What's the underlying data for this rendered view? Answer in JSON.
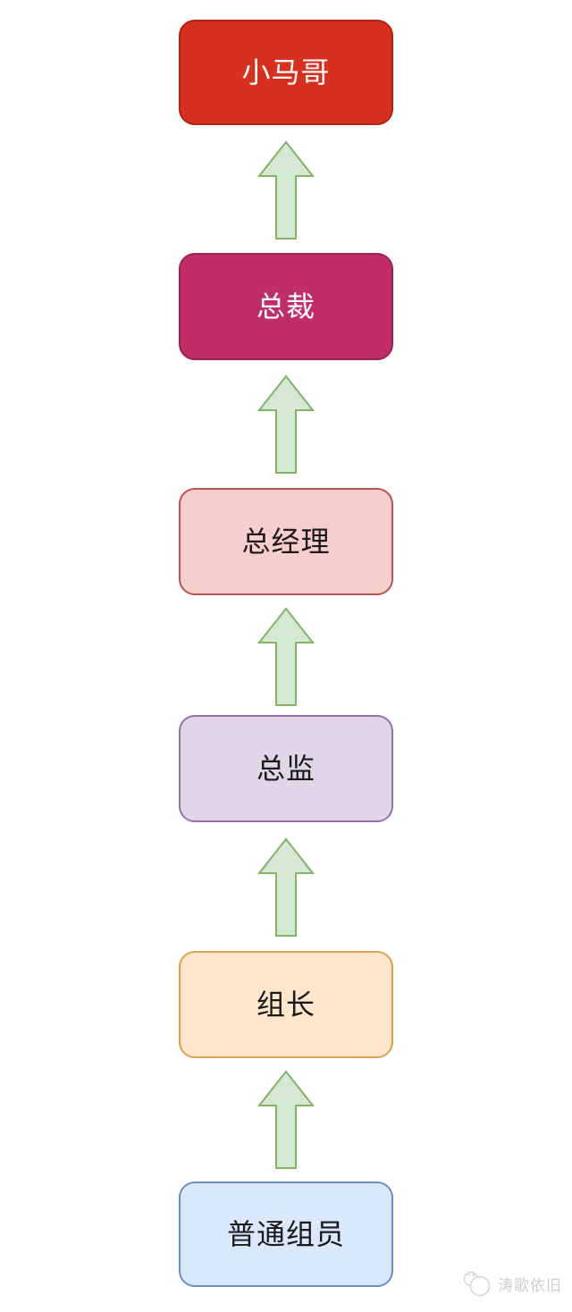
{
  "diagram": {
    "title": "promotion-hierarchy-flowchart",
    "direction": "bottom-to-top",
    "nodes": [
      {
        "id": "xiaomage",
        "label": "小马哥",
        "fill": "#D7301F",
        "stroke": "#AD2414",
        "text_color": "#FFFFFF"
      },
      {
        "id": "zongcai",
        "label": "总裁",
        "fill": "#C02D69",
        "stroke": "#9A2354",
        "text_color": "#FFFFFF"
      },
      {
        "id": "zongjingli",
        "label": "总经理",
        "fill": "#F8CECC",
        "stroke": "#B85450",
        "text_color": "#1A1A1A"
      },
      {
        "id": "zongjian",
        "label": "总监",
        "fill": "#E1D5E7",
        "stroke": "#9673A6",
        "text_color": "#1A1A1A"
      },
      {
        "id": "zuzhang",
        "label": "组长",
        "fill": "#FFE6CC",
        "stroke": "#D6A24C",
        "text_color": "#1A1A1A"
      },
      {
        "id": "putongzuyuan",
        "label": "普通组员",
        "fill": "#DAE8FC",
        "stroke": "#6C8EBF",
        "text_color": "#1A1A1A"
      }
    ],
    "arrow": {
      "direction": "up",
      "count": 5,
      "fill": "#D5E8D4",
      "stroke": "#82B366"
    },
    "watermark": {
      "icon": "cat-logo-icon",
      "text": "涛歌依旧",
      "color": "#CFCFCF"
    }
  }
}
